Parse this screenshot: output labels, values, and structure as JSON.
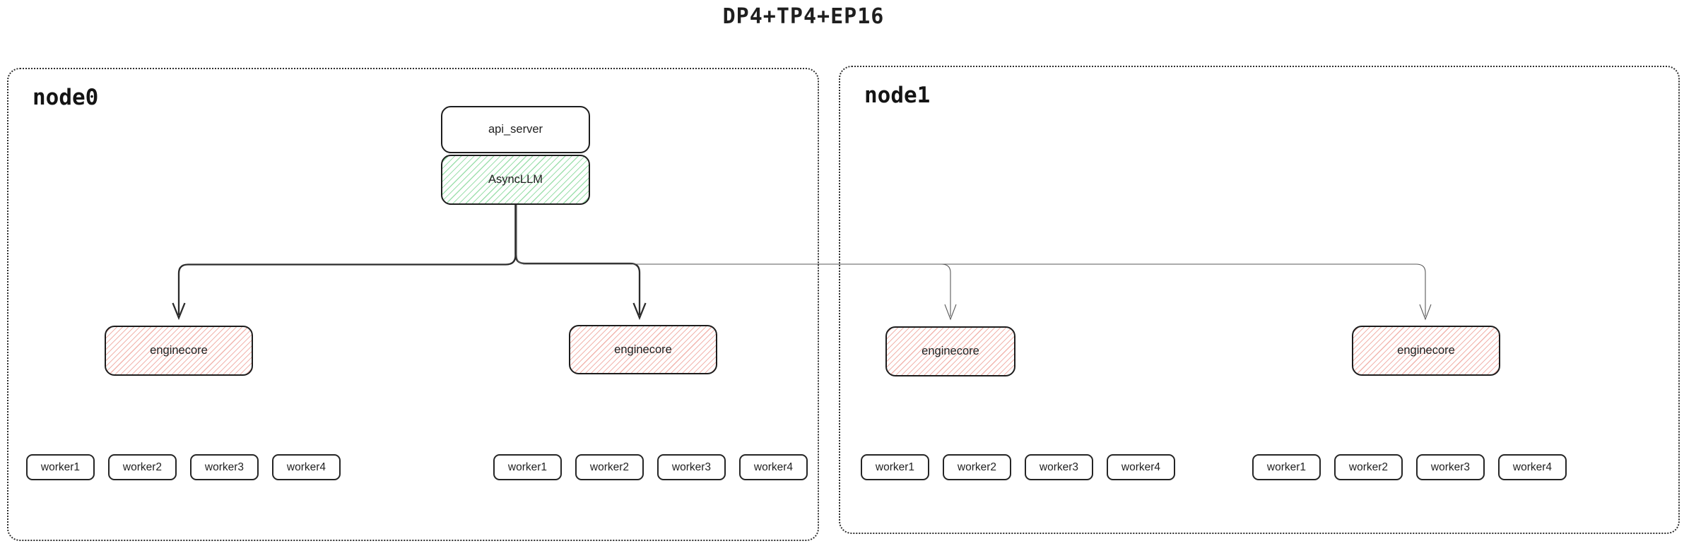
{
  "title": "DP4+TP4+EP16",
  "colors": {
    "ink": "#1f1f1f",
    "box_border": "#1d1d1d",
    "green_hatch": "#9fe0ae",
    "red_hatch": "#f2b5ae",
    "thick_line": "#2b2b2b",
    "thin_line": "#5a5a5a"
  },
  "nodes": [
    {
      "label": "node0",
      "api_server_label": "api_server",
      "async_llm_label": "AsyncLLM",
      "enginecores": [
        "enginecore",
        "enginecore"
      ],
      "worker_groups": [
        [
          "worker1",
          "worker2",
          "worker3",
          "worker4"
        ],
        [
          "worker1",
          "worker2",
          "worker3",
          "worker4"
        ]
      ]
    },
    {
      "label": "node1",
      "enginecores": [
        "enginecore",
        "enginecore"
      ],
      "worker_groups": [
        [
          "worker1",
          "worker2",
          "worker3",
          "worker4"
        ],
        [
          "worker1",
          "worker2",
          "worker3",
          "worker4"
        ]
      ]
    }
  ]
}
